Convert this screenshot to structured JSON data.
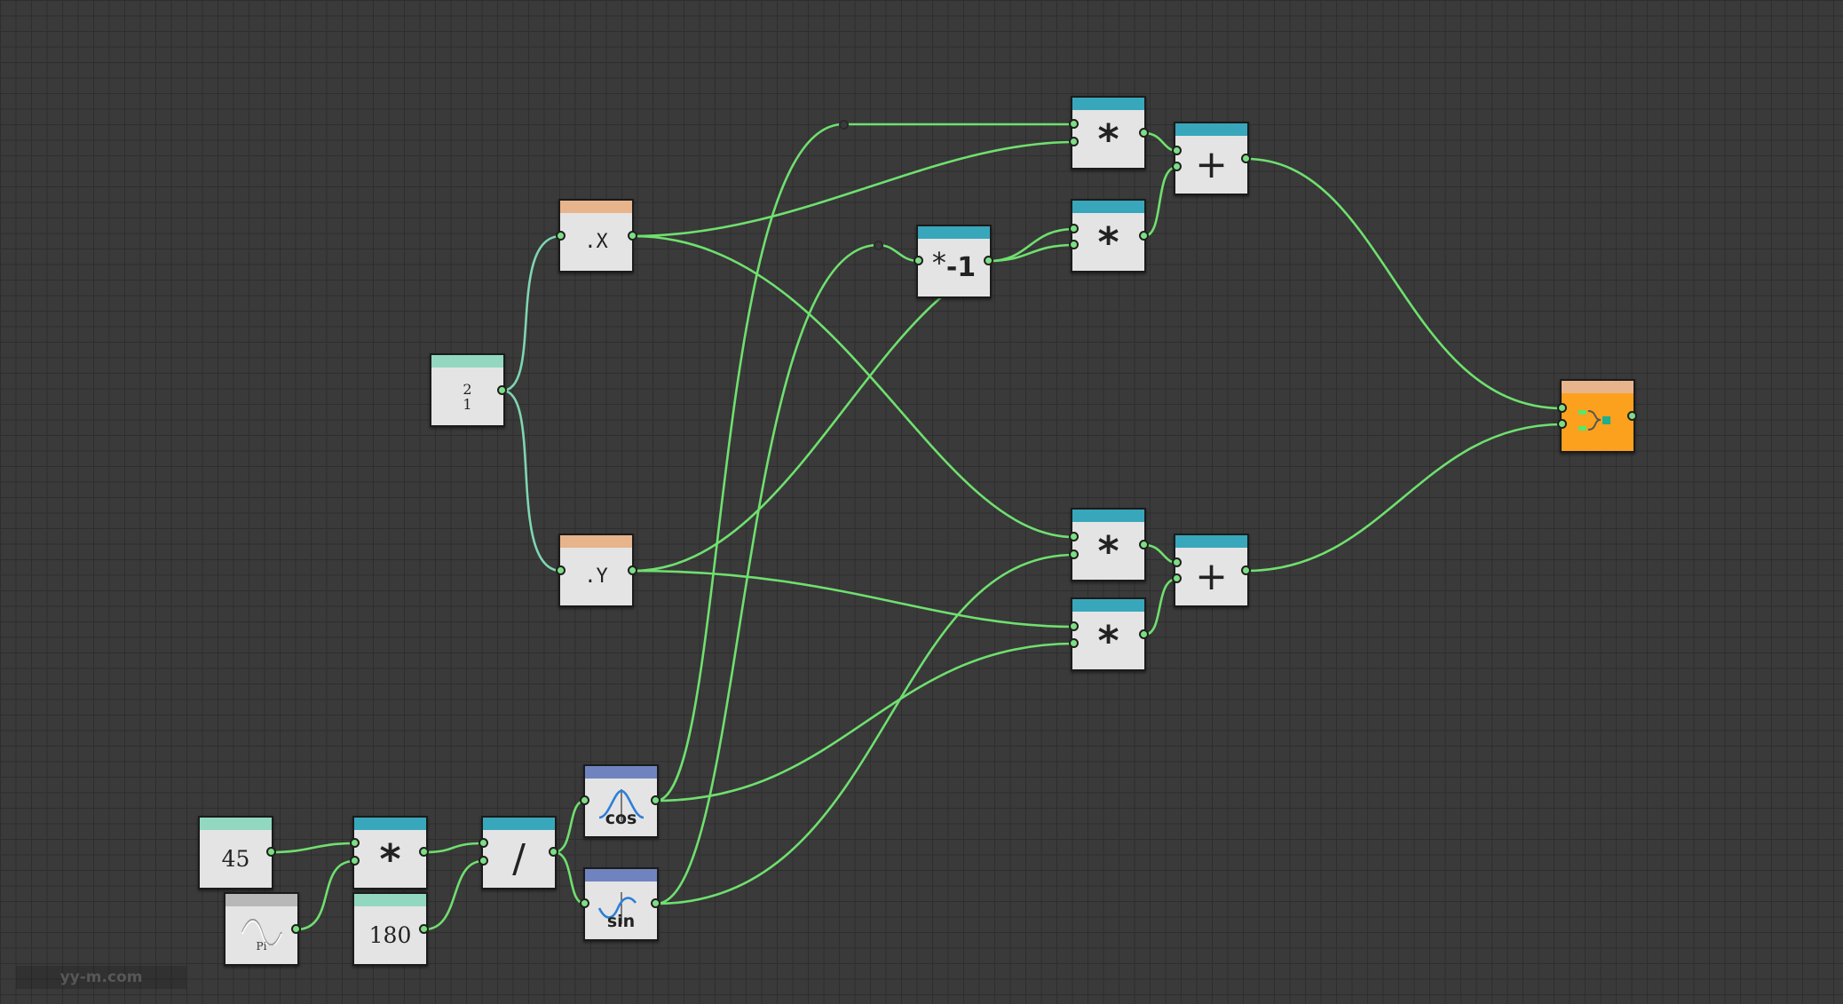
{
  "nodes": {
    "input_angle": {
      "label": "45"
    },
    "pi_const": {
      "label": "Pi"
    },
    "mult_angle": {
      "label": "*"
    },
    "const_180": {
      "label": "180"
    },
    "divide": {
      "label": "/"
    },
    "cos_func": {
      "label": "cos"
    },
    "sin_func": {
      "label": "sin"
    },
    "vector_input": {
      "top": "2",
      "bottom": "1"
    },
    "get_x": {
      "label": ".X"
    },
    "get_y": {
      "label": ".Y"
    },
    "negate": {
      "star": "*",
      "value": "-1"
    },
    "mult_top1": {
      "label": "*"
    },
    "mult_top2": {
      "label": "*"
    },
    "add_top": {
      "label": "+"
    },
    "mult_bot1": {
      "label": "*"
    },
    "mult_bot2": {
      "label": "*"
    },
    "add_bot": {
      "label": "+"
    }
  },
  "watermark": "yy-m.com",
  "colors": {
    "background": "#3a3a3a",
    "grid": "#2e2e2e",
    "wire": "#6fe06f",
    "wire_vector": "#7fd6b2",
    "port": "#7dde84",
    "header_teal": "#39a7bb",
    "header_mint": "#92d8c1",
    "header_peach": "#e8b48c",
    "header_indigo": "#6f84bf",
    "output_node": "#fca11d"
  }
}
